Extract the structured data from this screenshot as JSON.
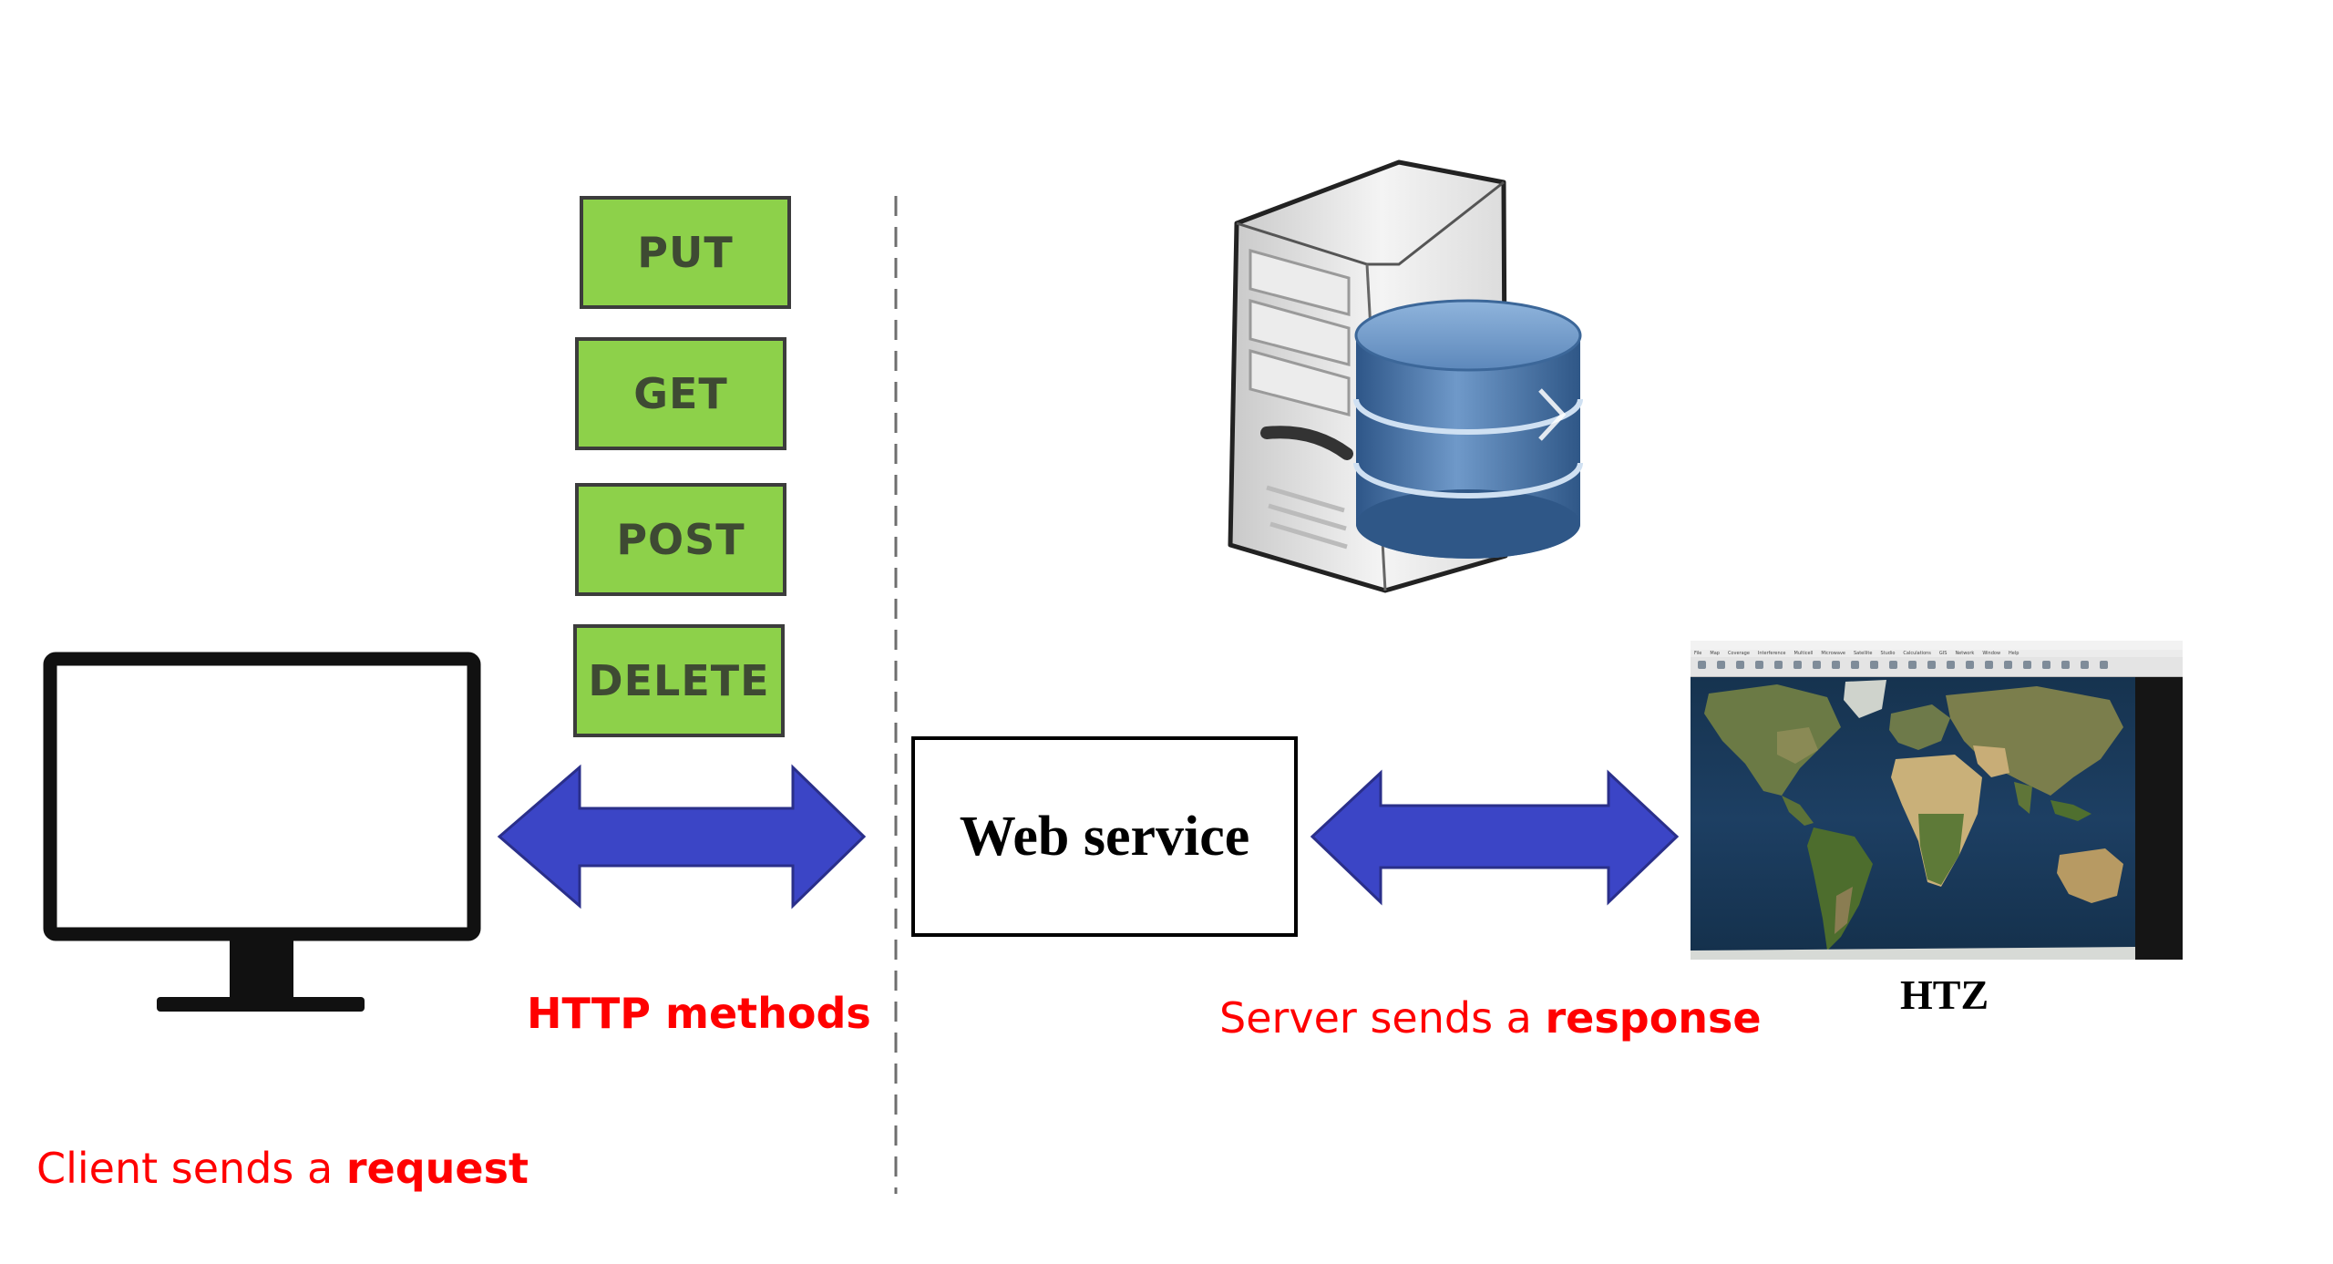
{
  "methods": {
    "label": "HTTP methods",
    "items": [
      "PUT",
      "GET",
      "POST",
      "DELETE"
    ]
  },
  "client": {
    "prefix": "Client sends a ",
    "emphasis": "request"
  },
  "server": {
    "prefix": "Server sends a ",
    "emphasis": "response"
  },
  "web_service": {
    "label": "Web service"
  },
  "htz": {
    "label": "HTZ",
    "menu": [
      "File",
      "Map",
      "Coverage",
      "Interference",
      "Multicell",
      "Microwave",
      "Satellite",
      "Studio",
      "Calculations",
      "GIS",
      "Network",
      "Window",
      "Help"
    ]
  },
  "colors": {
    "method_fill": "#8dd14a",
    "method_text": "#3e4a33",
    "arrow_fill": "#3b45c6",
    "label_red": "#ff0000",
    "db_blue": "#4f79aa"
  }
}
